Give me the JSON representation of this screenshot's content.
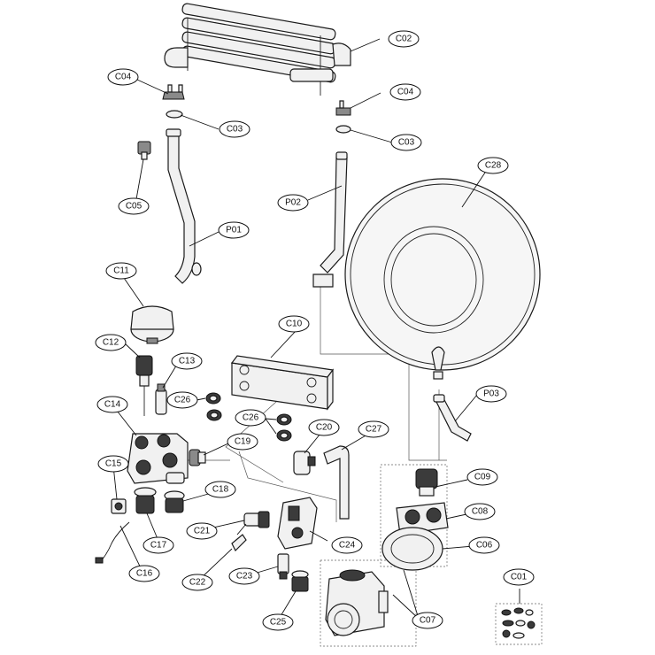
{
  "labels": {
    "C01": "C01",
    "C02": "C02",
    "C03a": "C03",
    "C03b": "C03",
    "C04a": "C04",
    "C04b": "C04",
    "C05": "C05",
    "C06": "C06",
    "C07": "C07",
    "C08": "C08",
    "C09": "C09",
    "C10": "C10",
    "C11": "C11",
    "C12": "C12",
    "C13": "C13",
    "C14": "C14",
    "C15": "C15",
    "C16": "C16",
    "C17": "C17",
    "C18": "C18",
    "C19": "C19",
    "C20": "C20",
    "C21": "C21",
    "C22": "C22",
    "C23": "C23",
    "C24": "C24",
    "C25": "C25",
    "C26a": "C26",
    "C26b": "C26",
    "C27": "C27",
    "C28": "C28",
    "P01": "P01",
    "P02": "P02",
    "P03": "P03"
  }
}
